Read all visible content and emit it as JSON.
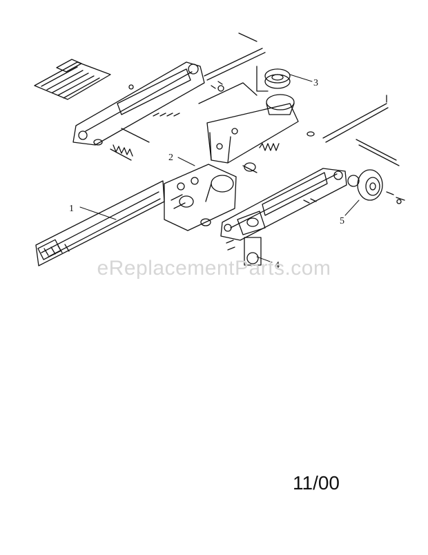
{
  "callouts": [
    "1",
    "2",
    "3",
    "4",
    "5"
  ],
  "watermark": "eReplacementParts.com",
  "date_code": "11/00",
  "colors": {
    "ink": "#111111",
    "watermark": "#d6d6d6",
    "background": "#ffffff"
  }
}
